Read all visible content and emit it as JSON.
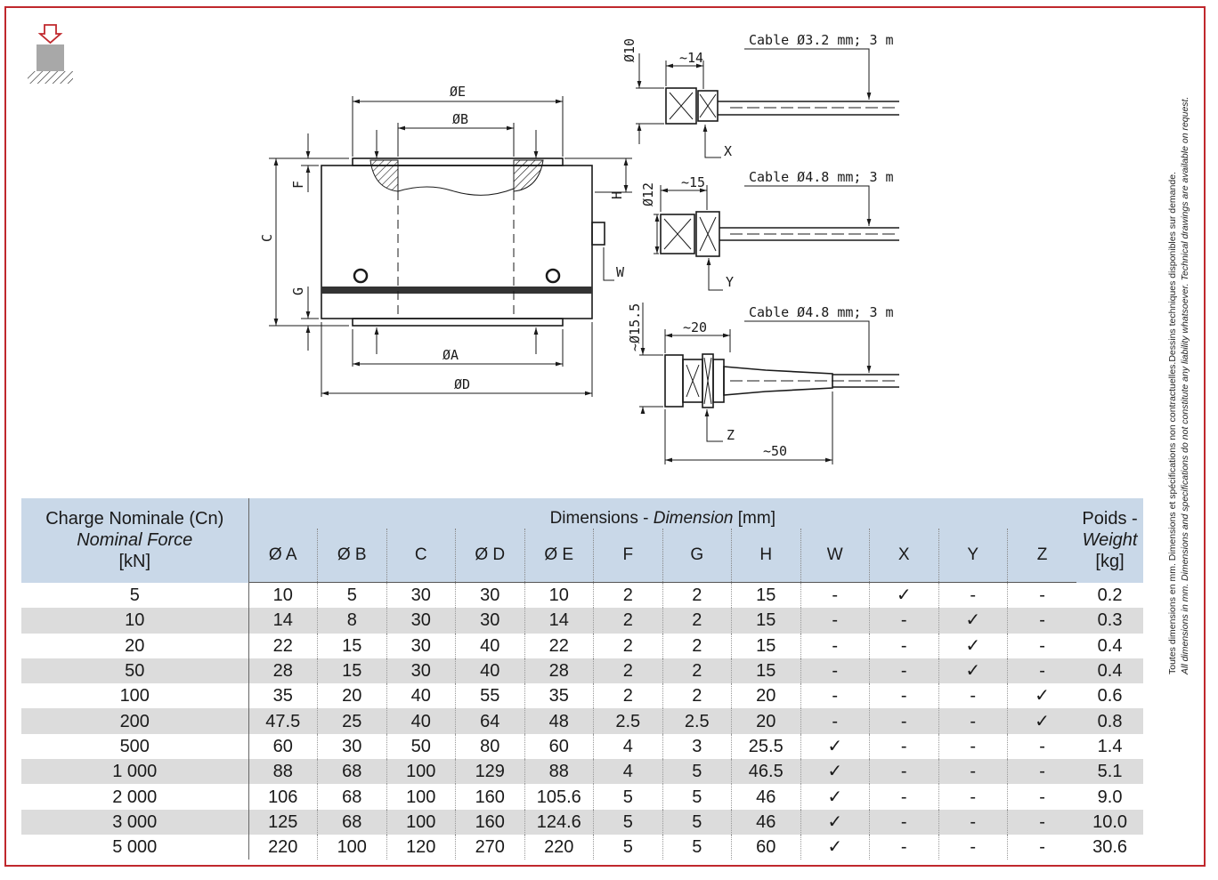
{
  "drawing": {
    "labels": {
      "oE": "ØE",
      "oB": "ØB",
      "oA": "ØA",
      "oD": "ØD",
      "C": "C",
      "F": "F",
      "G": "G",
      "H": "H",
      "W": "W",
      "X": "X",
      "Y": "Y",
      "Z": "Z",
      "d10": "Ø10",
      "d12": "Ø12",
      "d15_5": "~Ø15.5",
      "l14": "~14",
      "l15": "~15",
      "l20": "~20",
      "l50": "~50",
      "cable1": "Cable Ø3.2 mm; 3 m",
      "cable2": "Cable Ø4.8 mm; 3 m",
      "cable3": "Cable Ø4.8 mm; 3 m"
    }
  },
  "side_note": {
    "fr": "Toutes dimensions en mm. Dimensions et spécifications non contractuelles.Dessins techniques disponibles sur demande.",
    "en": "All dimensions in mm. Dimensions and specifications do not constitute any liability whatsoever. Technical drawings are available on request."
  },
  "table": {
    "header": {
      "force_fr": "Charge Nominale (Cn)",
      "force_en": "Nominal Force",
      "force_unit": "[kN]",
      "dim_fr": "Dimensions - ",
      "dim_en": "Dimension",
      "dim_unit": " [mm]",
      "weight_fr": "Poids -",
      "weight_en": "Weight",
      "weight_unit": "[kg]",
      "columns": [
        "Ø A",
        "Ø B",
        "C",
        "Ø D",
        "Ø E",
        "F",
        "G",
        "H",
        "W",
        "X",
        "Y",
        "Z"
      ]
    },
    "rows": [
      [
        "5",
        "10",
        "5",
        "30",
        "30",
        "10",
        "2",
        "2",
        "15",
        "-",
        "✓",
        "-",
        "-",
        "0.2"
      ],
      [
        "10",
        "14",
        "8",
        "30",
        "30",
        "14",
        "2",
        "2",
        "15",
        "-",
        "-",
        "✓",
        "-",
        "0.3"
      ],
      [
        "20",
        "22",
        "15",
        "30",
        "40",
        "22",
        "2",
        "2",
        "15",
        "-",
        "-",
        "✓",
        "-",
        "0.4"
      ],
      [
        "50",
        "28",
        "15",
        "30",
        "40",
        "28",
        "2",
        "2",
        "15",
        "-",
        "-",
        "✓",
        "-",
        "0.4"
      ],
      [
        "100",
        "35",
        "20",
        "40",
        "55",
        "35",
        "2",
        "2",
        "20",
        "-",
        "-",
        "-",
        "✓",
        "0.6"
      ],
      [
        "200",
        "47.5",
        "25",
        "40",
        "64",
        "48",
        "2.5",
        "2.5",
        "20",
        "-",
        "-",
        "-",
        "✓",
        "0.8"
      ],
      [
        "500",
        "60",
        "30",
        "50",
        "80",
        "60",
        "4",
        "3",
        "25.5",
        "✓",
        "-",
        "-",
        "-",
        "1.4"
      ],
      [
        "1 000",
        "88",
        "68",
        "100",
        "129",
        "88",
        "4",
        "5",
        "46.5",
        "✓",
        "-",
        "-",
        "-",
        "5.1"
      ],
      [
        "2 000",
        "106",
        "68",
        "100",
        "160",
        "105.6",
        "5",
        "5",
        "46",
        "✓",
        "-",
        "-",
        "-",
        "9.0"
      ],
      [
        "3 000",
        "125",
        "68",
        "100",
        "160",
        "124.6",
        "5",
        "5",
        "46",
        "✓",
        "-",
        "-",
        "-",
        "10.0"
      ],
      [
        "5 000",
        "220",
        "100",
        "120",
        "270",
        "220",
        "5",
        "5",
        "60",
        "✓",
        "-",
        "-",
        "-",
        "30.6"
      ]
    ]
  }
}
